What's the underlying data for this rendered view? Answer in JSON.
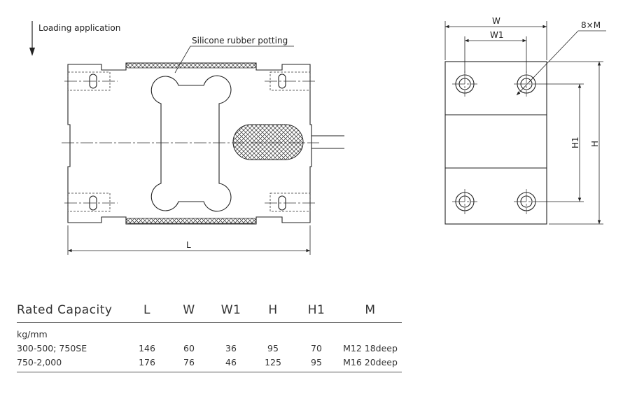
{
  "drawing": {
    "loading_label": "Loading application",
    "potting_label": "Silicone rubber potting",
    "dim_L": "L",
    "dim_W": "W",
    "dim_W1": "W1",
    "dim_H": "H",
    "dim_H1": "H1",
    "dim_holes": "8×M"
  },
  "table": {
    "headers": [
      "Rated Capacity",
      "L",
      "W",
      "W1",
      "H",
      "H1",
      "M"
    ],
    "unit": "kg/mm",
    "rows": [
      [
        "300-500; 750SE",
        "146",
        "60",
        "36",
        "95",
        "70",
        "M12 18deep"
      ],
      [
        "750-2,000",
        "176",
        "76",
        "46",
        "125",
        "95",
        "M16 20deep"
      ]
    ]
  }
}
